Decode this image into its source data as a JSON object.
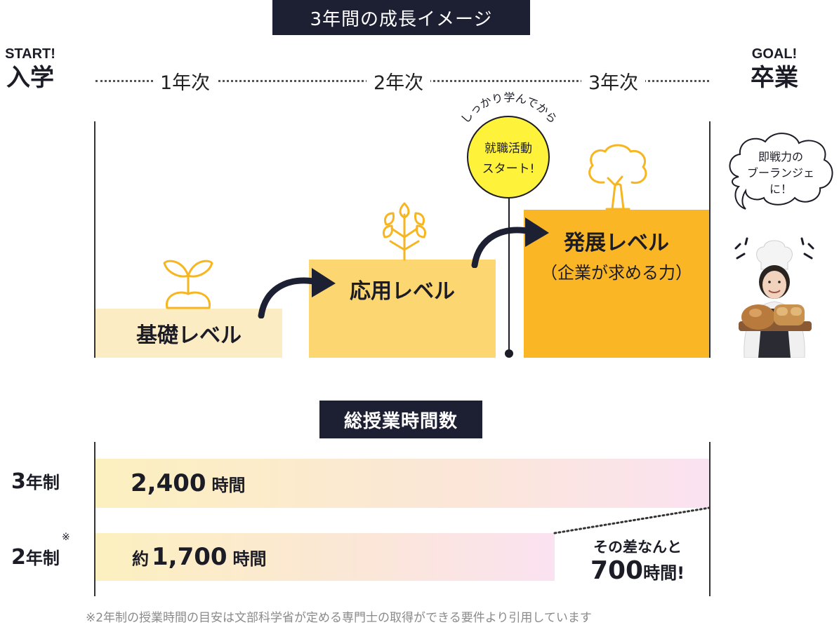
{
  "growth": {
    "title": "3年間の成長イメージ",
    "start_en": "START!",
    "start_jp": "入学",
    "goal_en": "GOAL!",
    "goal_jp": "卒業",
    "years": [
      "1年次",
      "2年次",
      "3年次"
    ],
    "levels": {
      "basic": "基礎レベル",
      "applied": "応用レベル",
      "advanced": "発展レベル",
      "advanced_sub": "（企業が求める力）"
    },
    "job_hunting": {
      "arc_text": "しっかり学んでから",
      "line1": "就職活動",
      "line2": "スタート!"
    },
    "speech": {
      "line1": "即戦力の",
      "line2": "ブーランジェ",
      "line3": "に！"
    },
    "colors": {
      "basic": "#fcecc3",
      "applied": "#fcd670",
      "advanced": "#fbb626",
      "navy": "#1d1f33",
      "badge": "#fff23a"
    }
  },
  "hours": {
    "title": "総授業時間数",
    "rows": [
      {
        "label_num": "3",
        "label_unit": "年制",
        "prefix": "",
        "value": "2,400",
        "unit": "時間",
        "mark": ""
      },
      {
        "label_num": "2",
        "label_unit": "年制",
        "prefix": "約",
        "value": "1,700",
        "unit": "時間",
        "mark": "※"
      }
    ],
    "diff_line1": "その差なんと",
    "diff_value": "700",
    "diff_unit": "時間!",
    "footnote": "※2年制の授業時間の目安は文部科学省が定める専門士の取得ができる要件より引用しています"
  }
}
